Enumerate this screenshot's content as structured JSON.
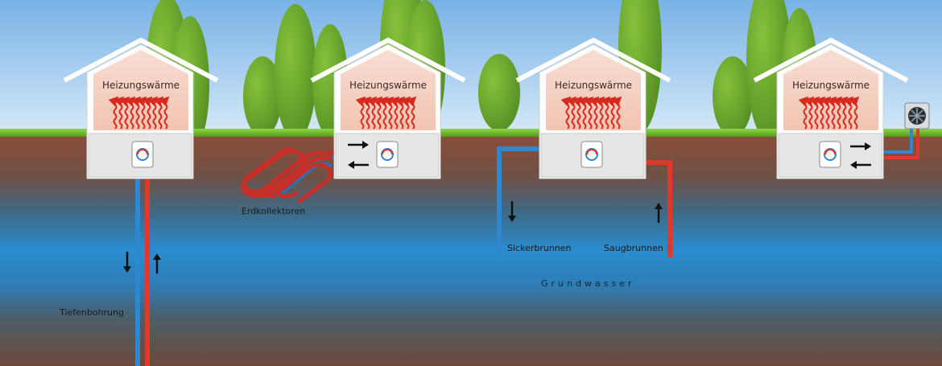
{
  "houses": [
    {
      "title": "Heizungswärme"
    },
    {
      "title": "Heizungswärme"
    },
    {
      "title": "Heizungswärme"
    },
    {
      "title": "Heizungswärme"
    }
  ],
  "labels": {
    "tiefenbohrung": "Tiefenbohrung",
    "erdkollektoren": "Erdkollektoren",
    "sickerbrunnen": "Sickerbrunnen",
    "saugbrunnen": "Saugbrunnen",
    "grundwasser": "Grundwasser"
  },
  "colors": {
    "sky_top": "#7eb6e8",
    "grass": "#6cbf2a",
    "soil_brown": "#7b4a3a",
    "groundwater_blue": "#2a86c7",
    "pipe_cold": "#2e88d0",
    "pipe_hot": "#e2382b",
    "heat_arrow": "#d62a1f",
    "tree_green": "#5b9a25"
  },
  "icons": [
    "heat-pump-unit-icon",
    "air-fan-unit-icon",
    "arrow-up-icon",
    "arrow-down-icon",
    "flow-arrow-right-icon",
    "flow-arrow-left-icon"
  ]
}
